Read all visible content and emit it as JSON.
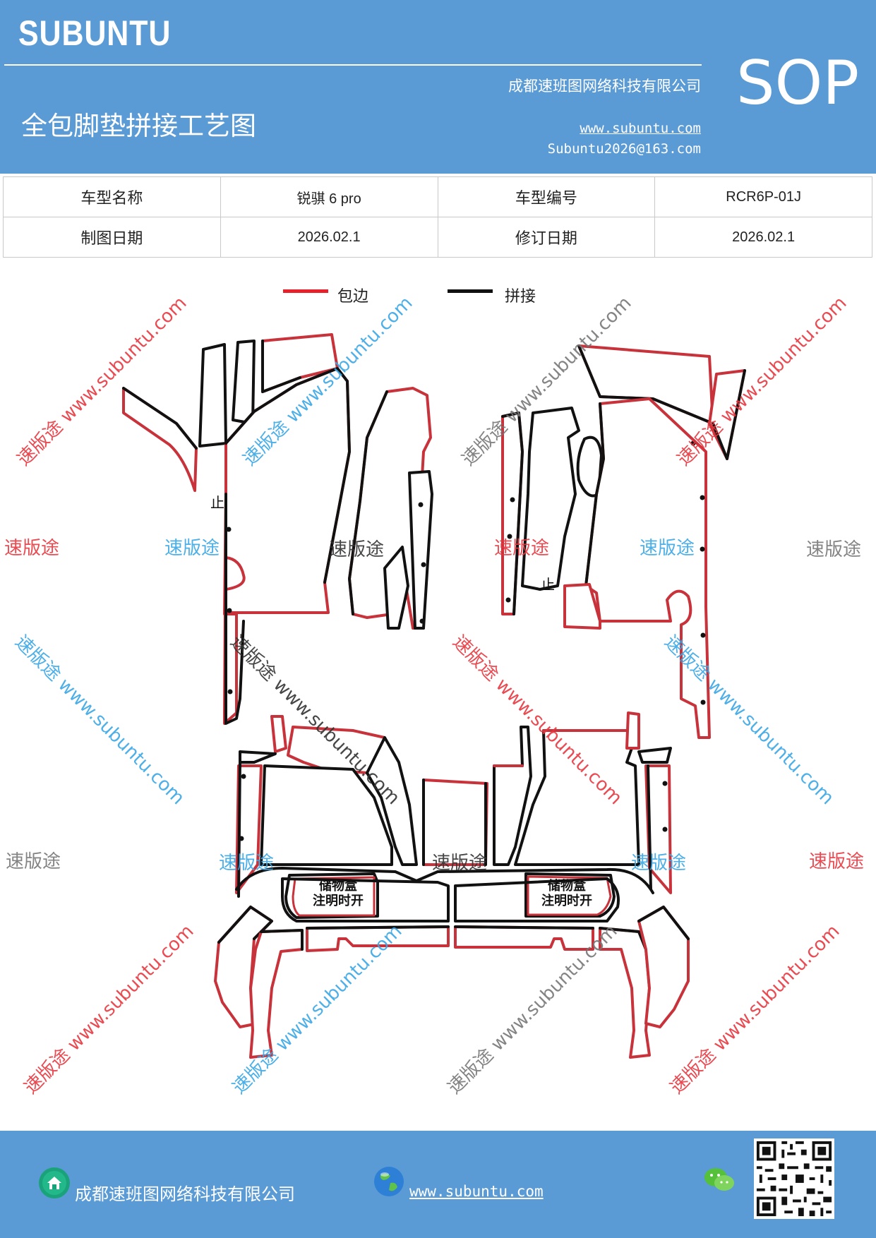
{
  "header": {
    "logo": "SUBUNTU",
    "title": "全包脚垫拼接工艺图",
    "company": "成都速班图网络科技有限公司",
    "website": "www.subuntu.com",
    "email": "Subuntu2026@163.com",
    "badge": "SOP"
  },
  "info_table": {
    "row1": [
      "车型名称",
      "锐骐 6 pro",
      "车型编号",
      "RCR6P-01J"
    ],
    "row2": [
      "制图日期",
      "2026.02.1",
      "修订日期",
      "2026.02.1"
    ]
  },
  "legend": {
    "items": [
      {
        "label": "包边",
        "color": "#e8202a"
      },
      {
        "label": "拼接",
        "color": "#111111"
      }
    ]
  },
  "diagram": {
    "stop_mark": "止",
    "storage_box_line1": "储物盒",
    "storage_box_line2": "注明时开",
    "edge_color": "#c8323a",
    "seam_color": "#111111"
  },
  "watermarks": {
    "brand": "速版途",
    "diagonal": "速版途 www.subuntu.com"
  },
  "footer": {
    "company": "成都速班图网络科技有限公司",
    "website": "www.subuntu.com"
  },
  "colors": {
    "brand_blue": "#5b9bd5"
  },
  "icons": [
    "home-icon",
    "globe-icon",
    "wechat-icon",
    "qr-code-icon"
  ]
}
